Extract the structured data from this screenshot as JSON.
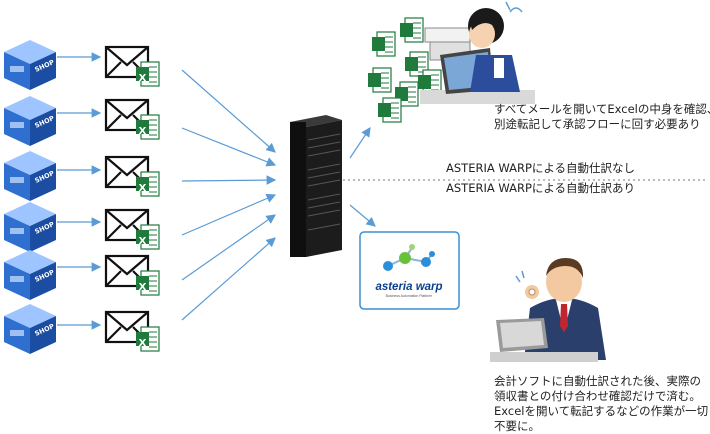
{
  "shops": [
    {
      "label": "SHOP"
    },
    {
      "label": "SHOP"
    },
    {
      "label": "SHOP"
    },
    {
      "label": "SHOP"
    },
    {
      "label": "SHOP"
    },
    {
      "label": "SHOP"
    }
  ],
  "excel_letter": "X",
  "without_asteria": {
    "label": "ASTERIA WARPによる自動仕訳なし",
    "description_lines": [
      "すべてメールを開いてExcelの中身を確認、",
      "別途転記して承認フローに回す必要あり"
    ]
  },
  "with_asteria": {
    "label": "ASTERIA WARPによる自動仕訳あり",
    "logo_text": "asteria warp",
    "logo_subtext": "Business Automation Platform",
    "description_lines": [
      "会計ソフトに自動仕訳された後、実際の",
      "領収書との付け合わせ確認だけで済む。",
      "Excelを開いて転記するなどの作業が一切",
      "不要に。"
    ]
  },
  "colors": {
    "arrow": "#5b9bd5",
    "shop_blue": "#2f6fd0",
    "excel_green": "#1f7a3c",
    "server": "#1c1c1c",
    "logo_border": "#3b8fd6",
    "divider": "#777777"
  }
}
